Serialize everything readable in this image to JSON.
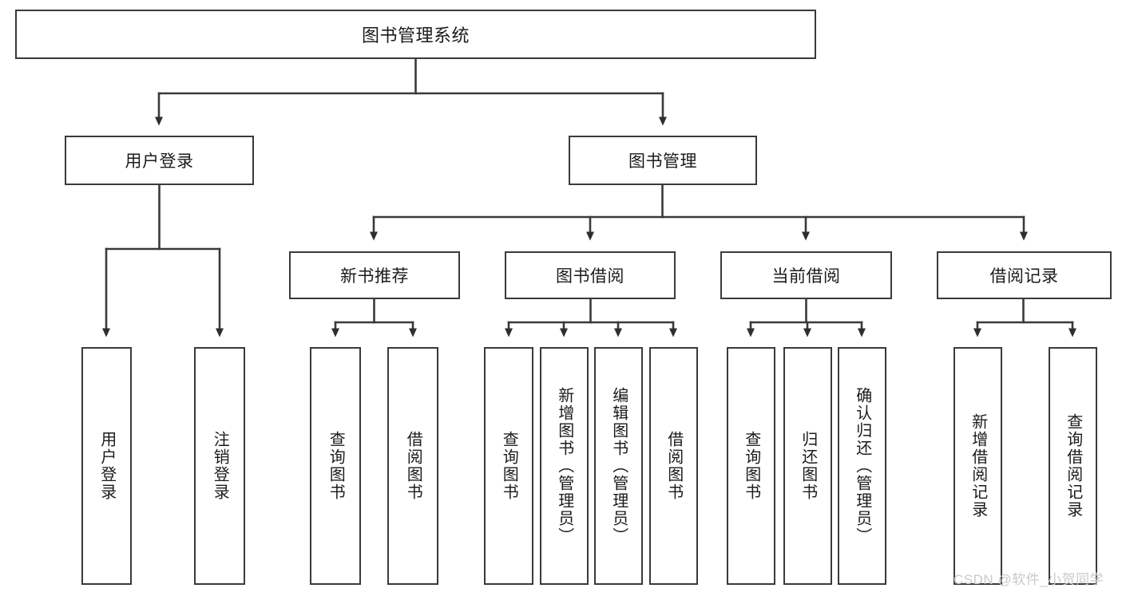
{
  "diagram": {
    "type": "tree",
    "title": "图书管理系统",
    "root": {
      "id": "root",
      "label": "图书管理系统",
      "orientation": "horizontal"
    },
    "level2": [
      {
        "id": "user-login",
        "label": "用户登录",
        "orientation": "horizontal"
      },
      {
        "id": "book-manage",
        "label": "图书管理",
        "orientation": "horizontal"
      }
    ],
    "level3": [
      {
        "id": "new-book-recommend",
        "label": "新书推荐",
        "orientation": "horizontal",
        "parent": "book-manage"
      },
      {
        "id": "book-borrow",
        "label": "图书借阅",
        "orientation": "horizontal",
        "parent": "book-manage"
      },
      {
        "id": "current-borrow",
        "label": "当前借阅",
        "orientation": "horizontal",
        "parent": "book-manage"
      },
      {
        "id": "borrow-record",
        "label": "借阅记录",
        "orientation": "horizontal",
        "parent": "book-manage"
      }
    ],
    "leaves": [
      {
        "id": "leaf-user-login",
        "label": "用户登录",
        "parent": "user-login"
      },
      {
        "id": "leaf-user-logout",
        "label": "注销登录",
        "parent": "user-login"
      },
      {
        "id": "leaf-rec-query-book",
        "label": "查询图书",
        "parent": "new-book-recommend"
      },
      {
        "id": "leaf-rec-borrow-book",
        "label": "借阅图书",
        "parent": "new-book-recommend"
      },
      {
        "id": "leaf-borrow-query-book",
        "label": "查询图书",
        "parent": "book-borrow"
      },
      {
        "id": "leaf-borrow-add-book",
        "label": "新增图书（管理员）",
        "parent": "book-borrow"
      },
      {
        "id": "leaf-borrow-edit-book",
        "label": "编辑图书（管理员）",
        "parent": "book-borrow"
      },
      {
        "id": "leaf-borrow-borrow-book",
        "label": "借阅图书",
        "parent": "book-borrow"
      },
      {
        "id": "leaf-current-query-book",
        "label": "查询图书",
        "parent": "current-borrow"
      },
      {
        "id": "leaf-current-return-book",
        "label": "归还图书",
        "parent": "current-borrow"
      },
      {
        "id": "leaf-current-confirm-return",
        "label": "确认归还（管理员）",
        "parent": "current-borrow"
      },
      {
        "id": "leaf-record-add",
        "label": "新增借阅记录",
        "parent": "borrow-record"
      },
      {
        "id": "leaf-record-query",
        "label": "查询借阅记录",
        "parent": "borrow-record"
      }
    ],
    "colors": {
      "stroke": "#3a3a3a",
      "text": "#1b1b1b",
      "background": "#ffffff",
      "watermark": "#c9c9c9"
    }
  },
  "watermark": {
    "text": "CSDN @软件_小贺同学"
  }
}
